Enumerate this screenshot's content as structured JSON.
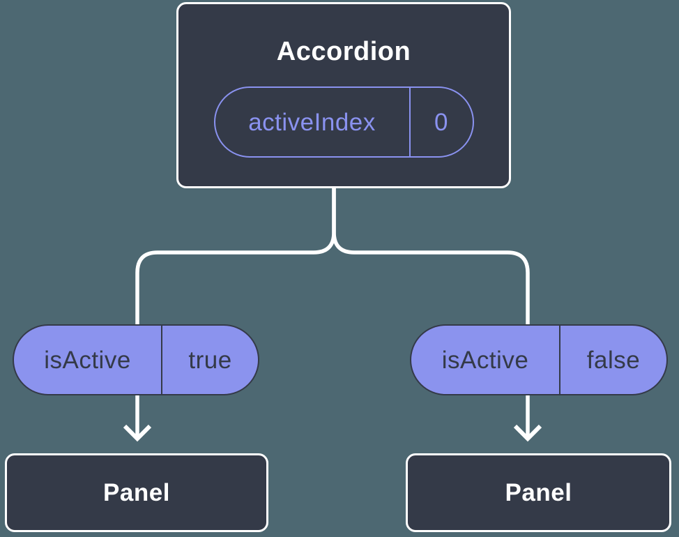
{
  "colors": {
    "background": "#4d6872",
    "node_fill": "#343a48",
    "node_border": "#ffffff",
    "connector": "#ffffff",
    "accent": "#8a92f0",
    "pill_fill": "#8b93ee",
    "pill_text": "#343a48"
  },
  "tree": {
    "root": {
      "title": "Accordion",
      "state_pill": {
        "label": "activeIndex",
        "value": "0"
      }
    },
    "children": [
      {
        "prop_pill": {
          "label": "isActive",
          "value": "true"
        },
        "node": {
          "title": "Panel"
        }
      },
      {
        "prop_pill": {
          "label": "isActive",
          "value": "false"
        },
        "node": {
          "title": "Panel"
        }
      }
    ]
  }
}
